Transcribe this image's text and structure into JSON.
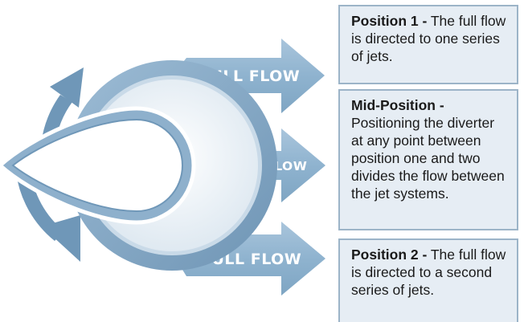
{
  "diagram": {
    "arrows": [
      {
        "label": "FULL FLOW"
      },
      {
        "label": "SPLIT FLOW"
      },
      {
        "label": "FULL FLOW"
      }
    ],
    "positions": [
      {
        "title": "Position 1 -",
        "text": "The full flow is directed to one series of jets."
      },
      {
        "title": "Mid-Position -",
        "text": "Positioning the diverter at any point between position one and two divides the flow between the jet systems."
      },
      {
        "title": "Position 2 -",
        "text": "The full flow is directed to a second series of jets."
      }
    ]
  },
  "colors": {
    "arrow": "#8fb3cf",
    "dial": "#7fa3c1",
    "dial_light": "#eef4f9",
    "box_bg": "#e6edf4",
    "box_border": "#9cb4c8"
  }
}
